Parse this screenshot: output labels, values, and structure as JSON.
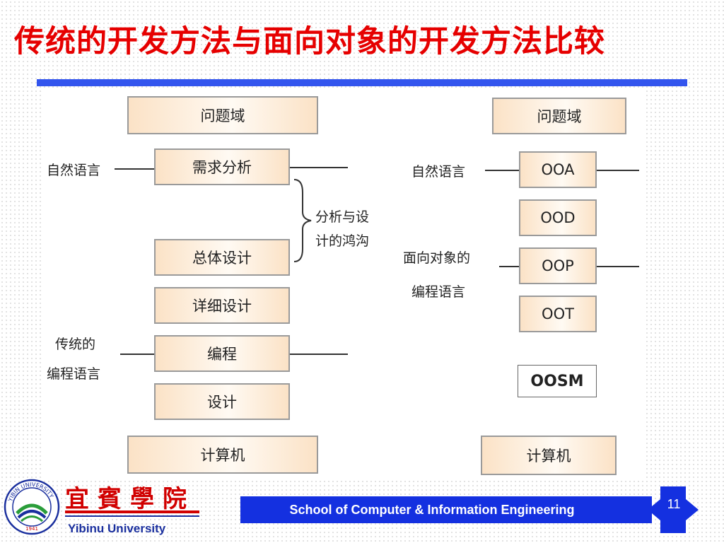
{
  "title": "传统的开发方法与面向对象的开发方法比较",
  "diagram": {
    "traditional": {
      "problem_domain": "问题域",
      "requirements": "需求分析",
      "overall_design": "总体设计",
      "detailed_design": "详细设计",
      "coding": "编程",
      "design": "设计",
      "computer": "计算机",
      "natural_language": "自然语言",
      "gap_line1": "分析与设",
      "gap_line2": "计的鸿沟",
      "trad_lang_line1": "传统的",
      "trad_lang_line2": "编程语言"
    },
    "oo": {
      "problem_domain": "问题域",
      "ooa": "OOA",
      "ood": "OOD",
      "oop": "OOP",
      "oot": "OOT",
      "oosm": "OOSM",
      "computer": "计算机",
      "natural_language": "自然语言",
      "oo_lang_line1": "面向对象的",
      "oo_lang_line2": "编程语言"
    }
  },
  "footer": {
    "school": "School of Computer & Information Engineering",
    "page": "11",
    "logo_cn": "宜賓學院",
    "logo_en": "Yibinu University",
    "seal_text": "YIBIN UNIVERSITY"
  },
  "colors": {
    "title": "#e60000",
    "title_bar": "#3355ee",
    "footer_bar": "#1430e0",
    "box_fill": "#fbe2c6"
  }
}
